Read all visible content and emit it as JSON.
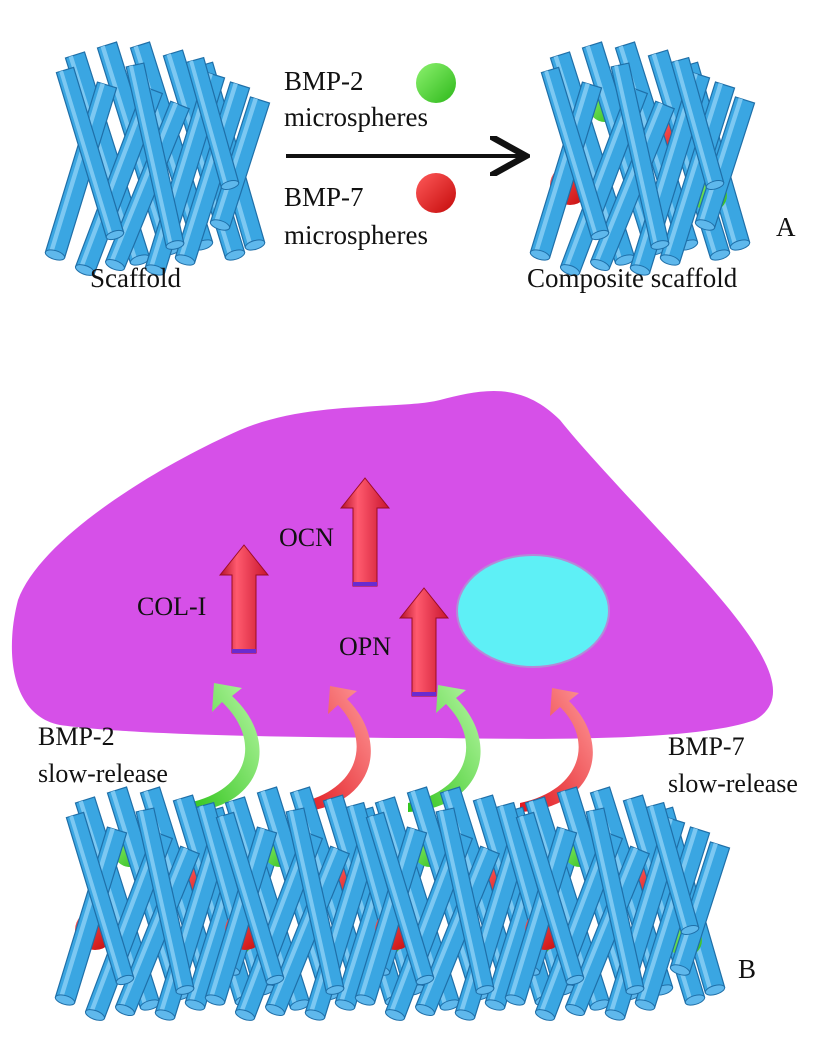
{
  "panel_a": {
    "letter": "A",
    "scaffold_label": "Scaffold",
    "composite_label": "Composite scaffold",
    "bmp2_label": [
      "BMP-2",
      "microspheres"
    ],
    "bmp7_label": [
      "BMP-7",
      "microspheres"
    ]
  },
  "panel_b": {
    "letter": "B",
    "bmp2_release": [
      "BMP-2",
      "slow-release"
    ],
    "bmp7_release": [
      "BMP-7",
      "slow-release"
    ],
    "markers": {
      "col1": "COL-I",
      "ocn": "OCN",
      "opn": "OPN"
    }
  },
  "colors": {
    "rod": "#3aa6e2",
    "rod_outline": "#1f6fa8",
    "bmp2": "#44d42c",
    "bmp7": "#e01818",
    "cell": "#d650e8",
    "nucleus": "#5ef0f6",
    "marker_arrow": "#e8203a"
  }
}
